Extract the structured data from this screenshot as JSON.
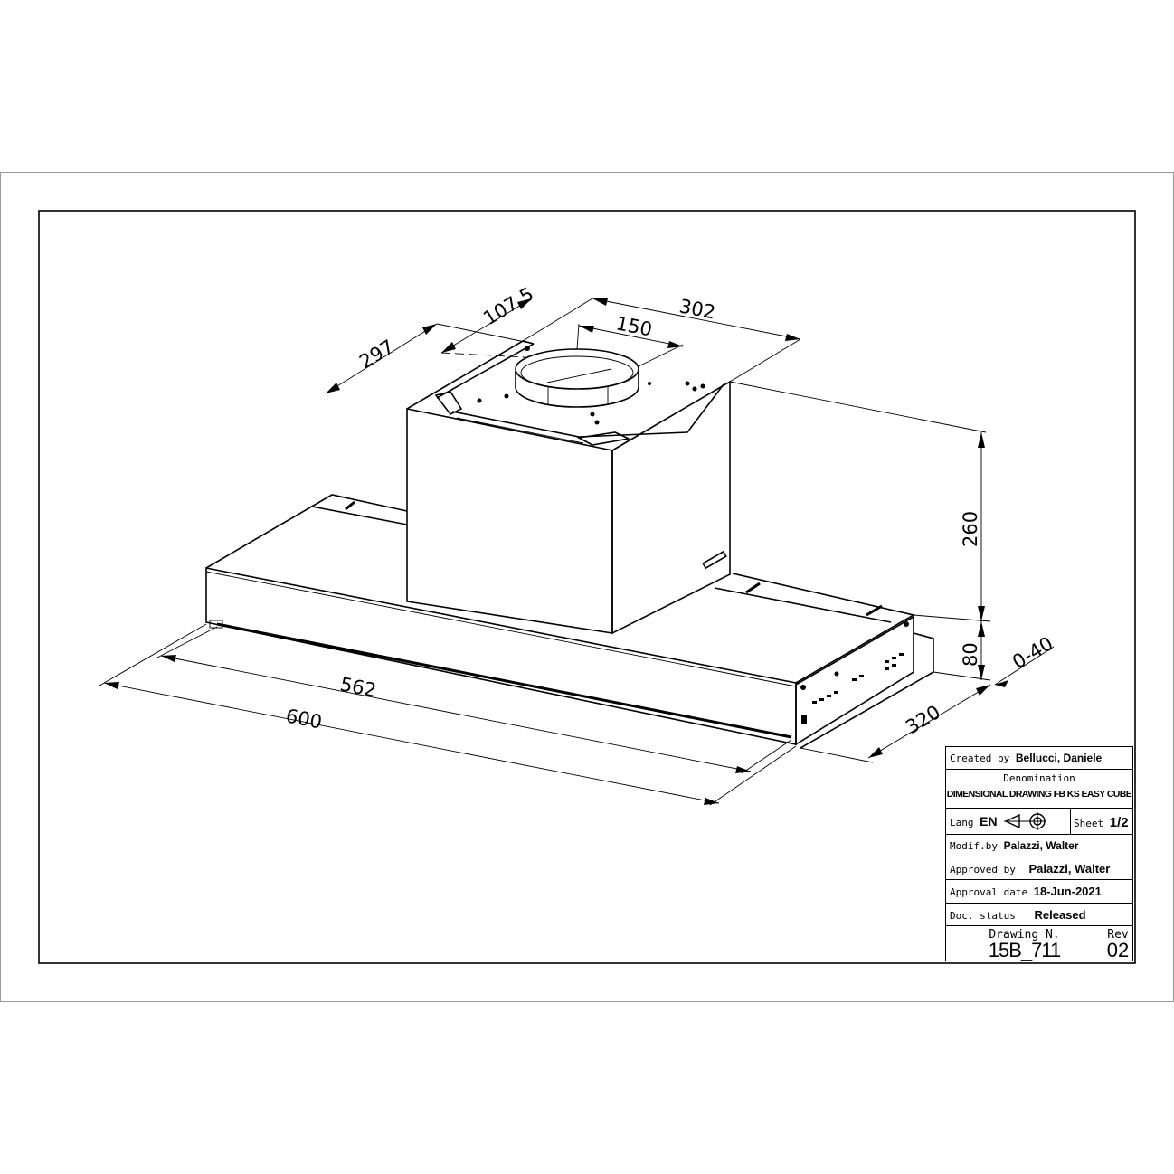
{
  "dimensions": {
    "d600": "600",
    "d562": "562",
    "d320": "320",
    "d0_40": "0-40",
    "d80": "80",
    "d260": "260",
    "d302": "302",
    "d150": "150",
    "d297": "297",
    "d107_5": "107.5"
  },
  "title_block": {
    "created_by_label": "Created by",
    "created_by": "Bellucci, Daniele",
    "denomination_label": "Denomination",
    "denomination": "DIMENSIONAL DRAWING FB KS EASY CUBE",
    "lang_label": "Lang",
    "lang": "EN",
    "projection_symbol": "first-angle-projection-icon",
    "sheet_label": "Sheet",
    "sheet": "1/2",
    "modif_by_label": "Modif.by",
    "modif_by": "Palazzi, Walter",
    "approved_by_label": "Approved by",
    "approved_by": "Palazzi, Walter",
    "approval_date_label": "Approval date",
    "approval_date": "18-Jun-2021",
    "doc_status_label": "Doc. status",
    "doc_status": "Released",
    "drawing_n_label": "Drawing N.",
    "drawing_n": "15B_711",
    "rev_label": "Rev",
    "rev": "02"
  }
}
